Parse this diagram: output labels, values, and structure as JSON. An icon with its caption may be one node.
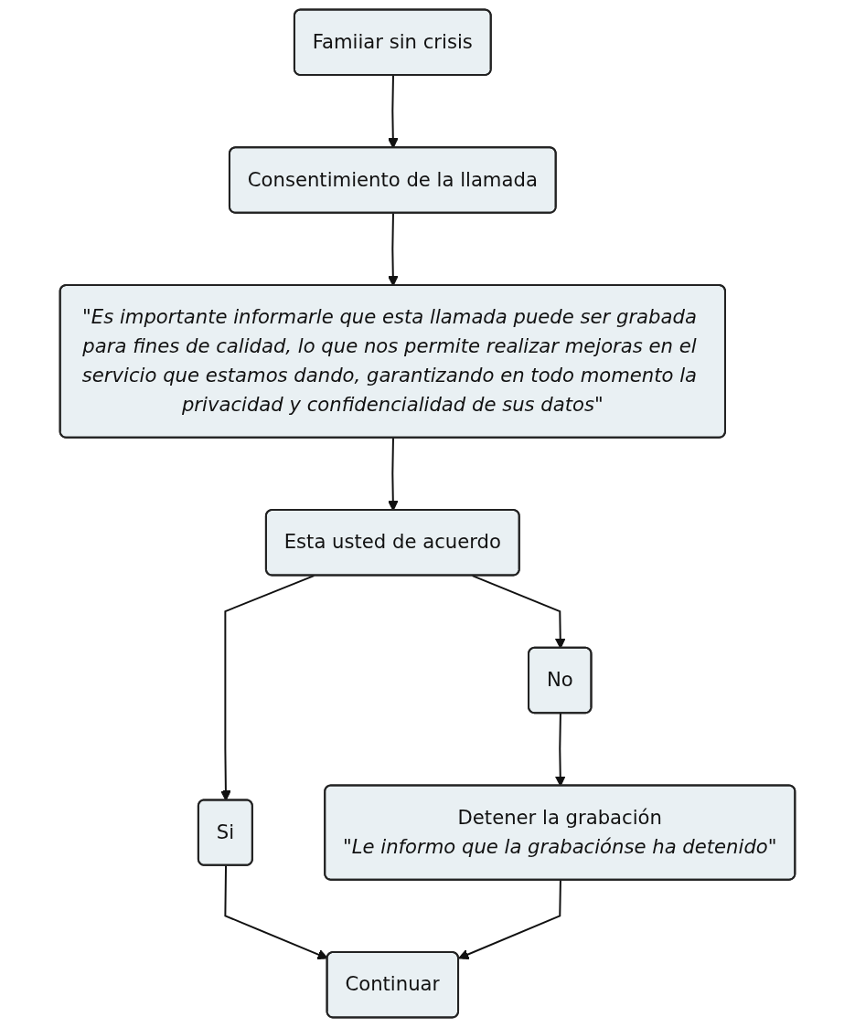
{
  "diagram": {
    "nodes": [
      {
        "text": [
          "Famiiar sin crisis"
        ]
      },
      {
        "text": [
          "Consentimiento de la llamada"
        ]
      },
      {
        "text": [
          "\"Es importante informarle que esta llamada puede ser grabada para fines de calidad, lo que nos permite realizar mejoras en el servicio que estamos dando, garantizando en todo momento la privacidad y confidencialidad de sus datos\""
        ]
      },
      {
        "text": [
          "Esta usted de acuerdo"
        ]
      },
      {
        "text": [
          "No"
        ]
      },
      {
        "text": [
          "Detener la grabación",
          "\"Le informo que la grabaciónse ha detenido\""
        ]
      },
      {
        "text": [
          "Si"
        ]
      },
      {
        "text": [
          "Continuar"
        ]
      }
    ],
    "edges": [
      {
        "from": 0,
        "to": 1,
        "arrow": "to"
      },
      {
        "from": 1,
        "to": 2,
        "arrow": "to"
      },
      {
        "from": 2,
        "to": 3,
        "arrow": "to"
      },
      {
        "from": 3,
        "to": 6,
        "arrow": "to"
      },
      {
        "from": 3,
        "to": 4,
        "arrow": "to"
      },
      {
        "from": 4,
        "to": 5,
        "arrow": "to"
      },
      {
        "from": 6,
        "to": 7,
        "arrow": "to"
      },
      {
        "from": 5,
        "to": 7,
        "arrow": "to"
      }
    ]
  }
}
